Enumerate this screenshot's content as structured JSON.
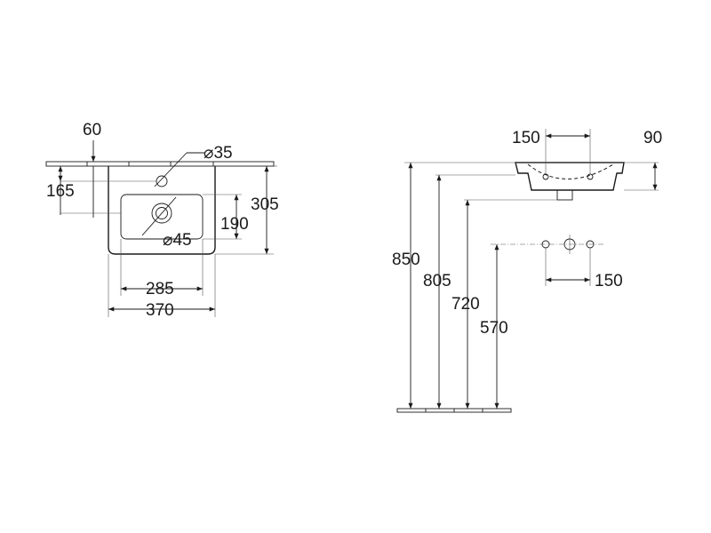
{
  "top_view": {
    "dim_60": "60",
    "dim_165": "165",
    "dim_35": "⌀35",
    "dim_305": "305",
    "dim_190": "190",
    "dim_45": "⌀45",
    "dim_285": "285",
    "dim_370": "370"
  },
  "side_view": {
    "dim_150_top": "150",
    "dim_90": "90",
    "dim_850": "850",
    "dim_805": "805",
    "dim_720": "720",
    "dim_570": "570",
    "dim_150_bottom": "150"
  }
}
